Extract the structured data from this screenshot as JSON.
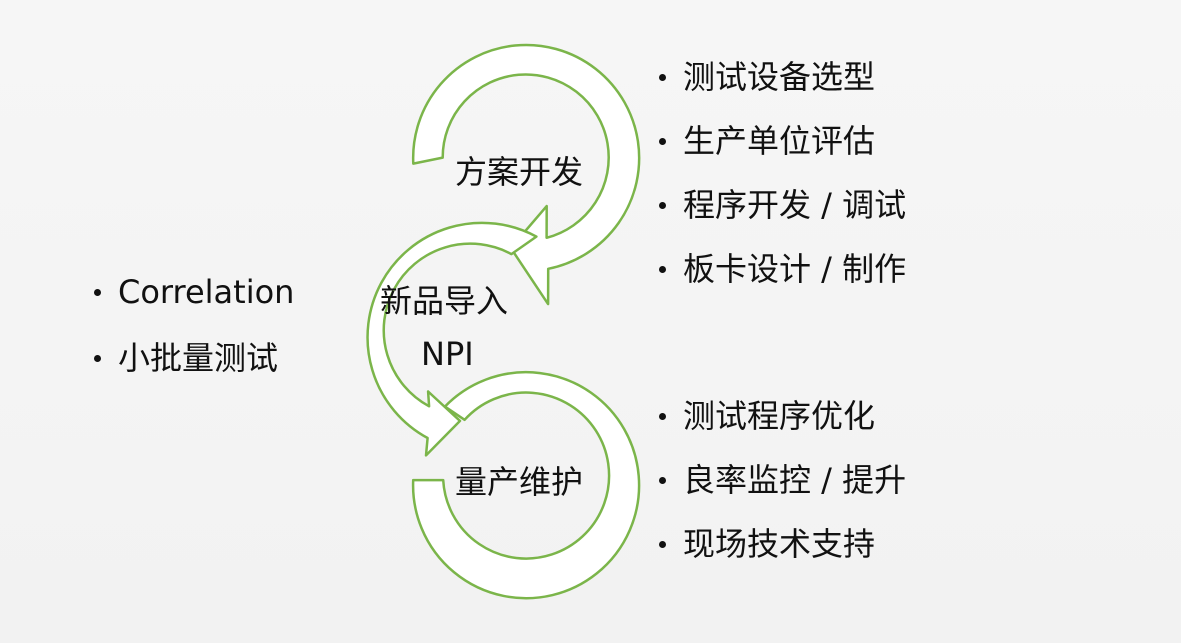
{
  "colors": {
    "background": "#f4f4f4",
    "arrow_stroke": "#7bb54a",
    "arrow_fill": "#ffffff",
    "text": "#111111"
  },
  "stages": [
    {
      "label": "方案开发"
    },
    {
      "label": "新品导入",
      "sublabel": "NPI"
    },
    {
      "label": "量产维护"
    }
  ],
  "lists": {
    "top_right": [
      "测试设备选型",
      "生产单位评估",
      "程序开发 / 调试",
      "板卡设计 / 制作"
    ],
    "left": [
      "Correlation",
      "小批量测试"
    ],
    "bottom_right": [
      "测试程序优化",
      "良率监控 / 提升",
      "现场技术支持"
    ]
  }
}
